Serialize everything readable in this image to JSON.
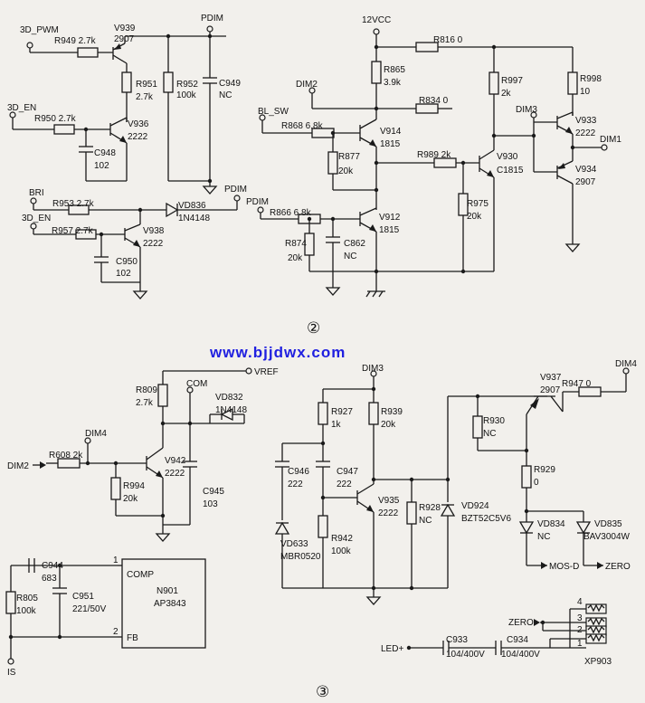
{
  "diagram_2": {
    "marker": "②",
    "nets": {
      "pwm": "3D_PWM",
      "en1": "3D_EN",
      "bri": "BRI",
      "en2": "3D_EN",
      "pdim1": "PDIM",
      "pdim2": "PDIM",
      "pdim3": "PDIM",
      "vcc": "12VCC",
      "dim2": "DIM2",
      "bl_sw": "BL_SW",
      "dim3": "DIM3",
      "dim1": "DIM1"
    },
    "parts": {
      "r949": "R949 2.7k",
      "v939": "V939",
      "v939_t": "2907",
      "r951": "R951",
      "r951_v": "2.7k",
      "r952": "R952",
      "r952_v": "100k",
      "c949": "C949",
      "c949_v": "NC",
      "r950": "R950 2.7k",
      "v936": "V936",
      "v936_t": "2222",
      "c948": "C948",
      "c948_v": "102",
      "r953": "R953 2.7k",
      "vd836": "VD836",
      "vd836_t": "1N4148",
      "r957": "R957 2.7k",
      "v938": "V938",
      "v938_t": "2222",
      "c950": "C950",
      "c950_v": "102",
      "r865": "R865",
      "r865_v": "3.9k",
      "r868": "R868 6.8k",
      "v914": "V914",
      "v914_t": "1815",
      "r877": "R877",
      "r877_v": "20k",
      "r866": "R866 6.8k",
      "v912": "V912",
      "v912_t": "1815",
      "r874": "R874",
      "r874_v": "20k",
      "c862": "C862",
      "c862_v": "NC",
      "r816": "R816 0",
      "r834": "R834 0",
      "r989": "R989 2k",
      "r997": "R997",
      "r997_v": "2k",
      "r998": "R998",
      "r998_v": "10",
      "v930": "V930",
      "v930_t": "C1815",
      "r975": "R975",
      "r975_v": "20k",
      "v933": "V933",
      "v933_t": "2222",
      "v934": "V934",
      "v934_t": "2907"
    }
  },
  "watermark": "www.bjjdwx.com",
  "diagram_3": {
    "marker": "③",
    "nets": {
      "vref": "VREF",
      "com": "COM",
      "dim4a": "DIM4",
      "dim2": "DIM2",
      "dim3": "DIM3",
      "dim4b": "DIM4",
      "mosd": "MOS-D",
      "zero1": "ZERO",
      "zero2": "ZERO",
      "led": "LED+",
      "is": "IS"
    },
    "parts": {
      "r809": "R809",
      "r809_v": "2.7k",
      "vd832": "VD832",
      "vd832_t": "1N4148",
      "r608": "R608 2k",
      "v942": "V942",
      "v942_t": "2222",
      "r994": "R994",
      "r994_v": "20k",
      "c945": "C945",
      "c945_v": "103",
      "r927": "R927",
      "r927_v": "1k",
      "r939": "R939",
      "r939_v": "20k",
      "c946": "C946",
      "c946_v": "222",
      "c947": "C947",
      "c947_v": "222",
      "v935": "V935",
      "v935_t": "2222",
      "vd633": "VD633",
      "vd633_t": "MBR0520",
      "r942": "R942",
      "r942_v": "100k",
      "r928": "R928",
      "r928_v": "NC",
      "vd924": "VD924",
      "vd924_t": "BZT52C5V6",
      "v937": "V937",
      "v937_t": "2907",
      "r947": "R947 0",
      "r930": "R930",
      "r930_v": "NC",
      "r929": "R929",
      "r929_v": "0",
      "vd834": "VD834",
      "vd834_v": "NC",
      "vd835": "VD835",
      "vd835_t": "BAV3004W",
      "c944": "C944",
      "c944_v": "683",
      "c951": "C951",
      "c951_v": "221/50V",
      "r805": "R805",
      "r805_v": "100k",
      "n901": "N901",
      "ap3843": "AP3843",
      "comp": "COMP",
      "fb": "FB",
      "pin1": "1",
      "pin2": "2",
      "c933": "C933",
      "c933_v": "104/400V",
      "c934": "C934",
      "c934_v": "104/400V",
      "xp903": "XP903",
      "xp_pins": [
        "4",
        "3",
        "2",
        "1"
      ]
    }
  }
}
